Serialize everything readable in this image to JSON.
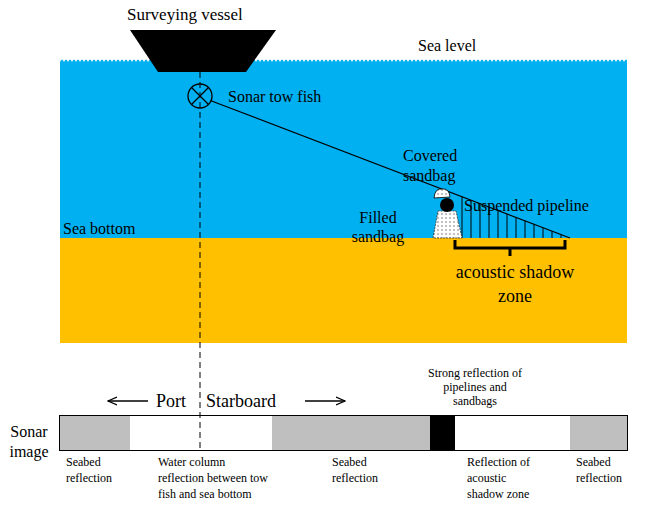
{
  "diagram": {
    "nodes": [
      {
        "text": [
          "Sonar image"
        ]
      },
      {
        "text": [
          "Seabed reflection"
        ],
        "in": 0
      },
      {
        "text": [
          "Water column reflection between tow fish and sea bottom"
        ],
        "in": 0
      },
      {
        "text": [
          "Seabed reflection"
        ],
        "in": 0
      },
      {
        "text": [
          "Strong reflection of pipelines and sandbags"
        ],
        "in": 0
      },
      {
        "text": [
          "Reflection of acoustic shadow zone"
        ],
        "in": 0
      },
      {
        "text": [
          "Seabed reflection"
        ],
        "in": 0
      }
    ],
    "labels": [
      "Surveying vessel",
      "Sea level",
      "Sonar tow fish",
      "Covered sandbag",
      "Suspended pipeline",
      "Filled sandbag",
      "Sea bottom",
      "acoustic shadow zone",
      "Port",
      "Starboard"
    ]
  }
}
